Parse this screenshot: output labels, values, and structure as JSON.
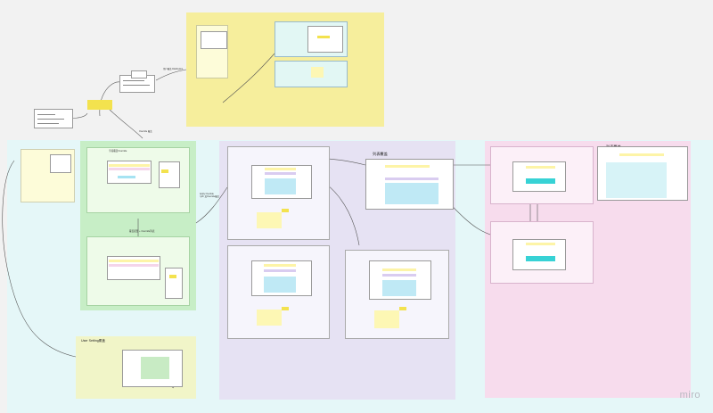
{
  "colors": {
    "canvas": "#f2f2f2",
    "yellow_frame": "#f6ee9c",
    "cyan_frame": "#e5f7f8",
    "green_frame": "#c7eec6",
    "purple_frame": "#e6e2f3",
    "pink_frame": "#f7dced",
    "sticky_yellow": "#fdf7b4",
    "accent_yellow": "#f3e24e",
    "accent_cyan": "#a6e3f2",
    "accent_pink": "#f0a6d9",
    "accent_purple": "#c9b6ea"
  },
  "frames": {
    "purple_title": "列表覆盖",
    "pink_title": "列表覆盖",
    "user_setting_title": "User Setting覆盖"
  },
  "labels": {
    "arrow_label_top": "用户覆盖 Distribution",
    "arrow_label_mid": "Override 覆盖",
    "arrow_label_right": "Apply Override\n与Dr 及Override覆盖",
    "green_top_note": "字段覆盖Override",
    "green_bottom_note": "覆盖配置 + Override列表"
  },
  "watermark": "miro"
}
